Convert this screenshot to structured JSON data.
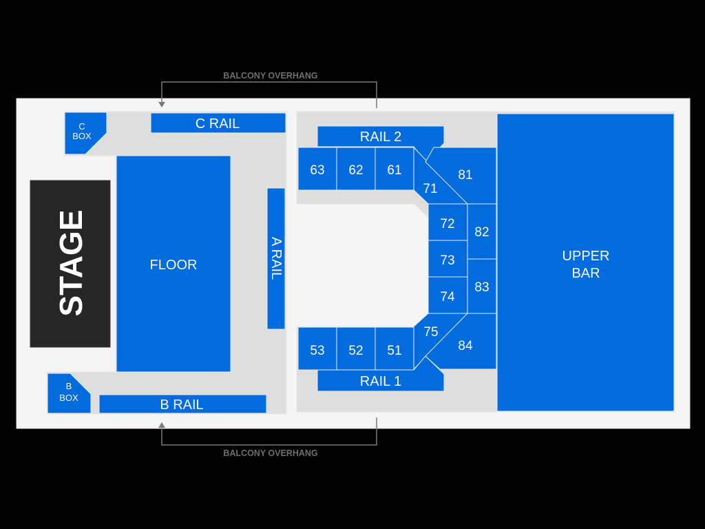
{
  "venue_map": {
    "colors": {
      "section": "#026cdf",
      "walkway": "#dedede",
      "background_panel": "#f5f5f5",
      "stage": "#262626",
      "annotation": "#6e6e6e"
    },
    "annotations": {
      "top": "BALCONY OVERHANG",
      "bottom": "BALCONY OVERHANG"
    },
    "stage": {
      "label": "STAGE"
    },
    "sections": {
      "c_box": {
        "line1": "C",
        "line2": "BOX"
      },
      "b_box": {
        "line1": "B",
        "line2": "BOX"
      },
      "c_rail": {
        "label": "C RAIL"
      },
      "b_rail": {
        "label": "B RAIL"
      },
      "a_rail": {
        "label": "A RAIL"
      },
      "floor": {
        "label": "FLOOR"
      },
      "rail_2": {
        "label": "RAIL 2"
      },
      "rail_1": {
        "label": "RAIL 1"
      },
      "s63": {
        "label": "63"
      },
      "s62": {
        "label": "62"
      },
      "s61": {
        "label": "61"
      },
      "s71": {
        "label": "71"
      },
      "s81": {
        "label": "81"
      },
      "s72": {
        "label": "72"
      },
      "s73": {
        "label": "73"
      },
      "s74": {
        "label": "74"
      },
      "s82": {
        "label": "82"
      },
      "s83": {
        "label": "83"
      },
      "s75": {
        "label": "75"
      },
      "s84": {
        "label": "84"
      },
      "s53": {
        "label": "53"
      },
      "s52": {
        "label": "52"
      },
      "s51": {
        "label": "51"
      },
      "upper_bar": {
        "line1": "UPPER",
        "line2": "BAR"
      }
    }
  }
}
